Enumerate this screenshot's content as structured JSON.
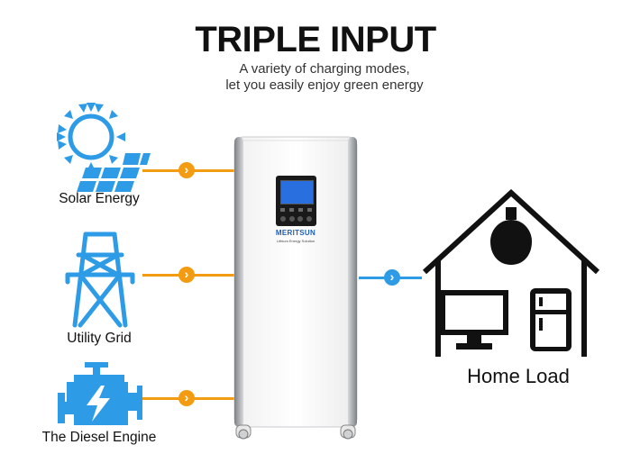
{
  "header": {
    "title": "TRIPLE INPUT",
    "subtitle_line1": "A variety of charging modes,",
    "subtitle_line2": "let you easily enjoy green energy"
  },
  "sources": [
    {
      "label": "Solar Energy",
      "icon": "solar-panel-sun-icon"
    },
    {
      "label": "Utility Grid",
      "icon": "power-tower-icon"
    },
    {
      "label": "The Diesel Engine",
      "icon": "engine-icon"
    }
  ],
  "device": {
    "brand": "MERITSUN",
    "caption": "Lithium Energy Solution"
  },
  "output": {
    "label": "Home Load",
    "icon": "house-icon"
  },
  "colors": {
    "accent_blue": "#2e9be6",
    "connector_orange": "#f39c12",
    "text": "#111111"
  },
  "glyphs": {
    "arrow": "›"
  }
}
